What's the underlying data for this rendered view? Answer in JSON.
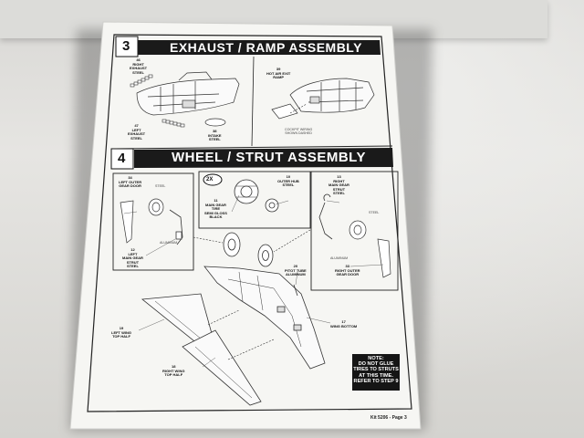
{
  "step3": {
    "number": "3",
    "title": "EXHAUST / RAMP ASSEMBLY",
    "parts": {
      "right_exhaust": "46\nRIGHT\nEXHAUST\nSTEEL",
      "left_exhaust": "47\nLEFT\nEXHAUST\nSTEEL",
      "intake": "38\nINTAKE\nSTEEL",
      "hot_air_exit": "39\nHOT AIR EXIT\nRAMP",
      "cockpit_note": "COCKPIT WIRING\nSHOWN DASHED"
    }
  },
  "step4": {
    "number": "4",
    "title": "WHEEL / STRUT ASSEMBLY",
    "multiplier": "2X",
    "parts": {
      "left_outer_gear_door": "34\nLEFT OUTER\nGEAR DOOR",
      "left_main_gear_strut": "12\nLEFT\nMAIN GEAR\nSTRUT\nSTEEL",
      "main_gear_tire": "11\nMAIN GEAR\nTIRE\nSEMI GLOSS\nBLACK",
      "outer_hub": "10\nOUTER HUB\nSTEEL",
      "right_main_gear_strut": "13\nRIGHT\nMAIN GEAR\nSTRUT\nSTEEL",
      "right_outer_gear_door": "33\nRIGHT OUTER\nGEAR DOOR",
      "pitot_tube": "20\nPITOT TUBE\nALUMINUM",
      "wing_bottom": "17\nWING BOTTOM",
      "left_wing_top": "19\nLEFT WING\nTOP HALF",
      "right_wing_top": "18\nRIGHT WING\nTOP HALF"
    },
    "color_notes": {
      "steel_left": "STEEL",
      "aluminum_left": "ALUMINUM",
      "steel_right": "STEEL",
      "aluminum_right": "ALUMINUM"
    }
  },
  "note": "NOTE:\nDO NOT GLUE\nTIRES TO STRUTS\nAT THIS TIME.\nREFER TO STEP 9",
  "footer": "Kit 5206 - Page 3"
}
